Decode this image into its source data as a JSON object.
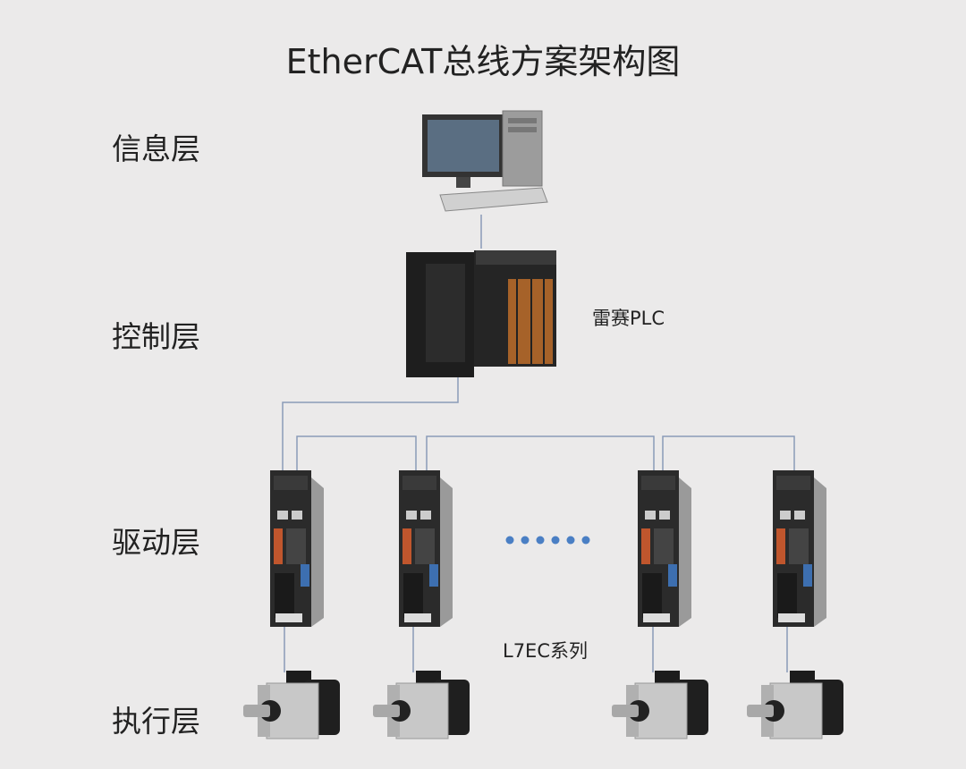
{
  "title": "EtherCAT总线方案架构图",
  "layers": [
    "信息层",
    "控制层",
    "驱动层",
    "执行层"
  ],
  "labels": {
    "plc": "雷赛PLC",
    "drives": "L7EC系列"
  },
  "colors": {
    "background": "#ebeaea",
    "wire": "#8a9bb8",
    "dots": "#4a7fc4"
  }
}
